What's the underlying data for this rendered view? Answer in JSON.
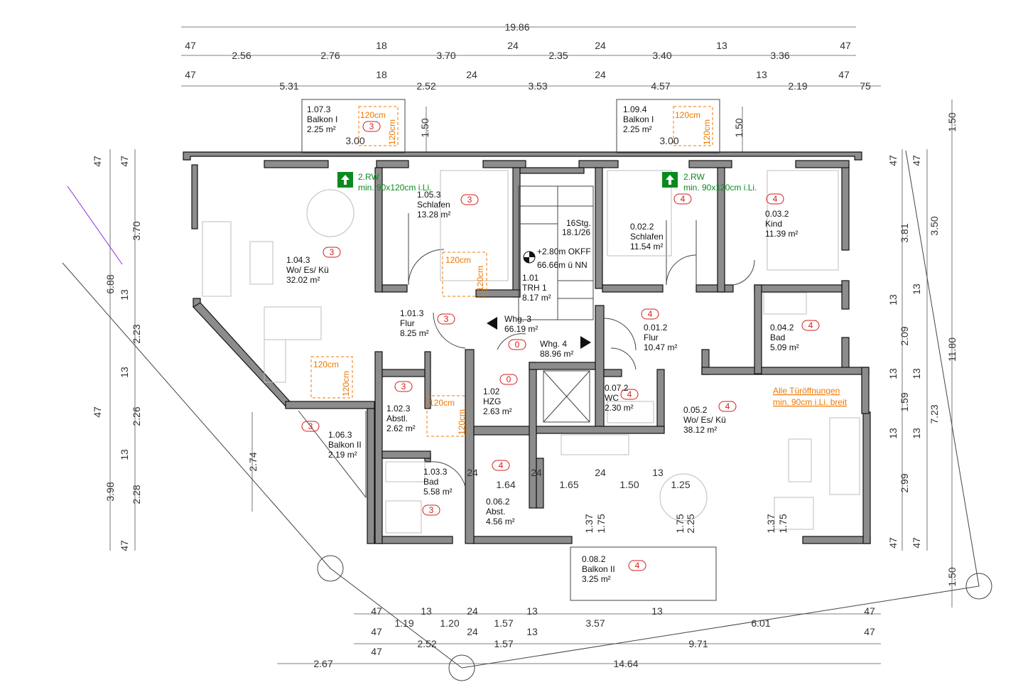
{
  "dimensions": {
    "top_total": "19.86",
    "top_row1": [
      "47",
      "2.56",
      "2.76",
      "18",
      "3.70",
      "24",
      "2.35",
      "24",
      "3.40",
      "13",
      "3.36",
      "47"
    ],
    "top_row2": [
      "47",
      "5.31",
      "18",
      "2.52",
      "24",
      "3.53",
      "24",
      "4.57",
      "13",
      "2.19",
      "47",
      "75"
    ],
    "left_outer": [
      "47",
      "6.88",
      "47",
      "3.98"
    ],
    "left_inner": [
      "47",
      "3.70",
      "13",
      "2.23",
      "13",
      "2.26",
      "13",
      "2.28",
      "47"
    ],
    "right_inner": [
      "47",
      "13",
      "13",
      "13",
      "47"
    ],
    "right_mid": [
      "47",
      "3.81",
      "13",
      "2.09",
      "13",
      "1.59",
      "13",
      "2.99",
      "47"
    ],
    "right_outer": [
      "3.50",
      "7.23"
    ],
    "right_far": [
      "1.50",
      "11.80",
      "1.50"
    ],
    "bottom_row1": [
      "47",
      "1.19",
      "13",
      "1.20",
      "24",
      "1.57",
      "13",
      "3.57",
      "13",
      "6.01",
      "47"
    ],
    "bottom_row2": [
      "47",
      "2.52",
      "24",
      "1.57",
      "13",
      "9.71",
      "47"
    ],
    "bottom_row3": [
      "2.67",
      "47",
      "14.64"
    ],
    "interior": [
      "1.64",
      "1.65",
      "1.50",
      "1.25",
      "24",
      "24",
      "24",
      "13",
      "1.37",
      "1.75",
      "1.75",
      "2.25",
      "1.37",
      "1.75"
    ],
    "balcony_left_width": "3.00",
    "balcony_left_depth": "1.50",
    "balcony_right_width": "3.00",
    "balcony_right_depth": "1.50",
    "diagonal": "2.74"
  },
  "rooms": [
    {
      "id": "1.07.3",
      "name": "Balkon I",
      "area": "2.25 m²",
      "tag": "3"
    },
    {
      "id": "1.09.4",
      "name": "Balkon I",
      "area": "2.25 m²"
    },
    {
      "id": "1.05.3",
      "name": "Schlafen",
      "area": "13.28 m²",
      "tag": "3"
    },
    {
      "id": "0.02.2",
      "name": "Schlafen",
      "area": "11.54 m²",
      "tag": "4"
    },
    {
      "id": "0.03.2",
      "name": "Kind",
      "area": "11.39 m²",
      "tag": "4"
    },
    {
      "id": "1.04.3",
      "name": "Wo/ Es/ Kü",
      "area": "32.02 m²",
      "tag": "3"
    },
    {
      "id": "1.01",
      "name": "TRH 1",
      "area": "8.17 m²"
    },
    {
      "id": "1.01.3",
      "name": "Flur",
      "area": "8.25 m²",
      "tag": "3"
    },
    {
      "id": "0.01.2",
      "name": "Flur",
      "area": "10.47 m²",
      "tag": "4"
    },
    {
      "id": "0.04.2",
      "name": "Bad",
      "area": "5.09 m²",
      "tag": "4"
    },
    {
      "id": "1.02",
      "name": "HZG",
      "area": "2.63 m²",
      "tag": "0"
    },
    {
      "id": "1.02.3",
      "name": "Abstl.",
      "area": "2.62 m²",
      "tag": "3"
    },
    {
      "id": "0.07.2",
      "name": "WC",
      "area": "2.30 m²",
      "tag": "4"
    },
    {
      "id": "0.05.2",
      "name": "Wo/ Es/ Kü",
      "area": "38.12 m²",
      "tag": "4"
    },
    {
      "id": "1.06.3",
      "name": "Balkon II",
      "area": "2.19 m²",
      "tag": "3"
    },
    {
      "id": "1.03.3",
      "name": "Bad",
      "area": "5.58 m²",
      "tag": "3"
    },
    {
      "id": "0.06.2",
      "name": "Abst.",
      "area": "4.56 m²",
      "tag": "4"
    },
    {
      "id": "0.08.2",
      "name": "Balkon II",
      "area": "3.25 m²",
      "tag": "4"
    }
  ],
  "units": {
    "whg3_name": "Whg. 3",
    "whg3_area": "66.19 m²",
    "whg4_name": "Whg. 4",
    "whg4_area": "88.96 m²",
    "hall_tag": "0"
  },
  "stairs": {
    "steps": "16Stg.",
    "ratio": "18.1/26",
    "level1": "+2.80m OKFF",
    "level2": "66.66m ü NN"
  },
  "escape_routes": [
    {
      "line1": "2.RW",
      "line2": "min. 90x120cm i.Li."
    },
    {
      "line1": "2.RW",
      "line2": "min. 90x120cm i.Li."
    }
  ],
  "turning_space_label": "120cm",
  "door_note": {
    "line1": "Alle Türöffnungen",
    "line2": "min. 90cm i.Li. breit"
  },
  "colors": {
    "wall": "#8c8c8c",
    "room_tag": "#d41c1c",
    "accessible": "#f07800",
    "escape": "#0a8a1e"
  }
}
